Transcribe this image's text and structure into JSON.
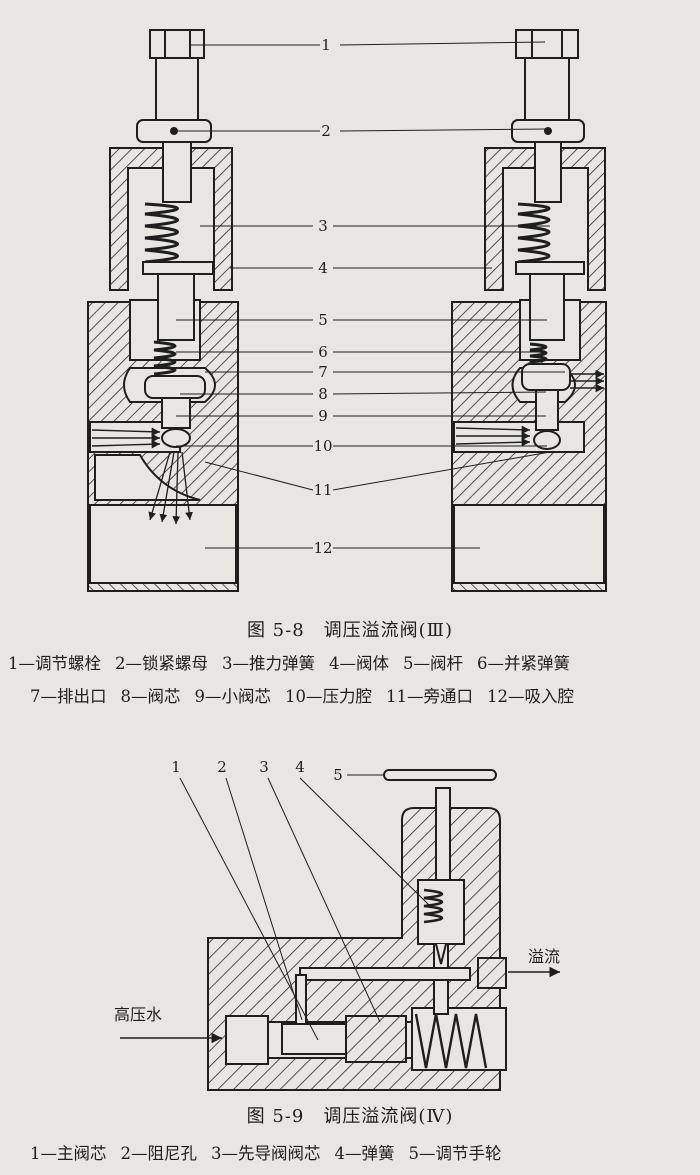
{
  "figure_5_8": {
    "caption": "图 5-8　调压溢流阀(Ⅲ)",
    "callouts": [
      "1",
      "2",
      "3",
      "4",
      "5",
      "6",
      "7",
      "8",
      "9",
      "10",
      "11",
      "12"
    ],
    "legend_row1": [
      "1—调节螺栓",
      "2—锁紧螺母",
      "3—推力弹簧",
      "4—阀体",
      "5—阀杆",
      "6—并紧弹簧"
    ],
    "legend_row2": [
      "7—排出口",
      "8—阀芯",
      "9—小阀芯",
      "10—压力腔",
      "11—旁通口",
      "12—吸入腔"
    ]
  },
  "figure_5_9": {
    "caption": "图 5-9　调压溢流阀(Ⅳ)",
    "callouts": [
      "1",
      "2",
      "3",
      "4",
      "5"
    ],
    "inlet_label": "高压水",
    "outlet_label": "溢流",
    "legend": [
      "1—主阀芯",
      "2—阻尼孔",
      "3—先导阀阀芯",
      "4—弹簧",
      "5—调节手轮"
    ]
  }
}
